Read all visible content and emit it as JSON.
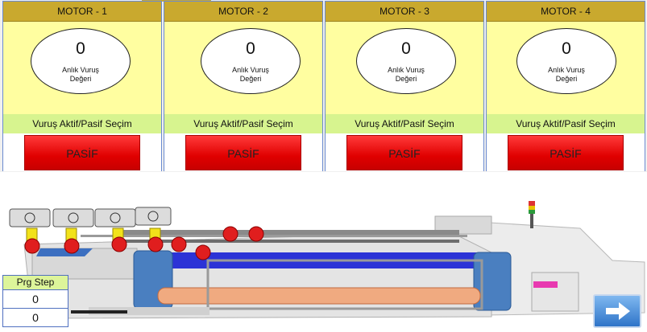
{
  "motors": [
    {
      "title": "MOTOR - 1",
      "value": "0",
      "gauge_label": "Anlık Vuruş Değeri",
      "select_label": "Vuruş Aktif/Pasif Seçim",
      "state_label": "PASİF"
    },
    {
      "title": "MOTOR - 2",
      "value": "0",
      "gauge_label": "Anlık Vuruş Değeri",
      "select_label": "Vuruş Aktif/Pasif Seçim",
      "state_label": "PASİF"
    },
    {
      "title": "MOTOR - 3",
      "value": "0",
      "gauge_label": "Anlık Vuruş Değeri",
      "select_label": "Vuruş Aktif/Pasif Seçim",
      "state_label": "PASİF"
    },
    {
      "title": "MOTOR - 4",
      "value": "0",
      "gauge_label": "Anlık Vuruş Değeri",
      "select_label": "Vuruş Aktif/Pasif Seçim",
      "state_label": "PASİF"
    }
  ],
  "prg_step": {
    "label": "Prg Step",
    "values": [
      "0",
      "0"
    ]
  },
  "icons": {
    "next": "arrow-right-icon",
    "machine": "loom-machine-illustration"
  },
  "colors": {
    "header": "#c9a92e",
    "panel": "#fffea0",
    "select_strip": "#d7f48f",
    "pasif": "#e00000",
    "accent": "#2f74c8"
  }
}
